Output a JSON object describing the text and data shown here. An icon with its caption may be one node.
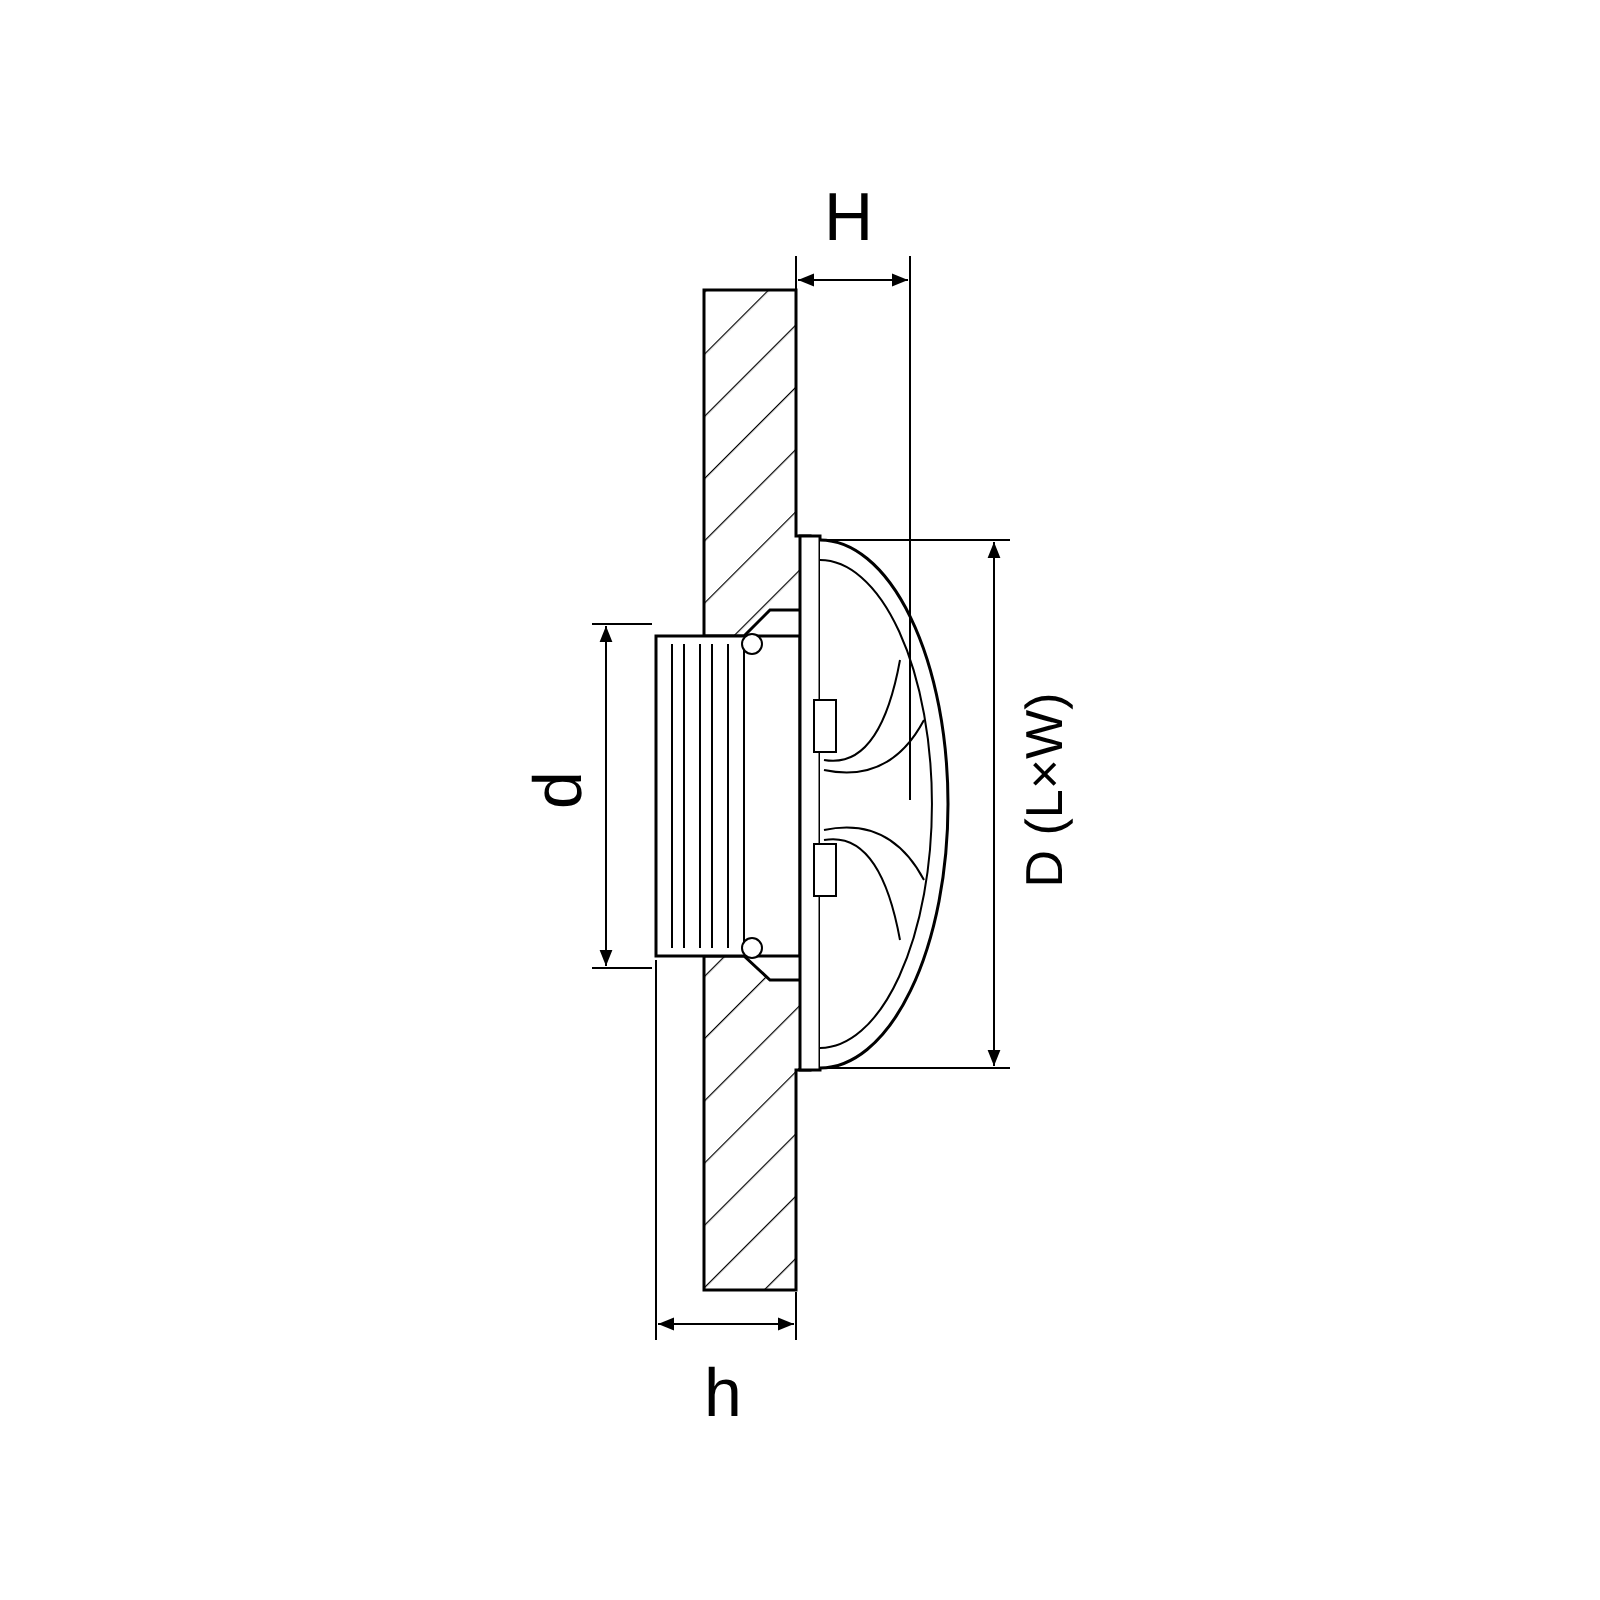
{
  "diagram": {
    "labels": [
      "H",
      "d",
      "D (L×W)",
      "h"
    ]
  }
}
